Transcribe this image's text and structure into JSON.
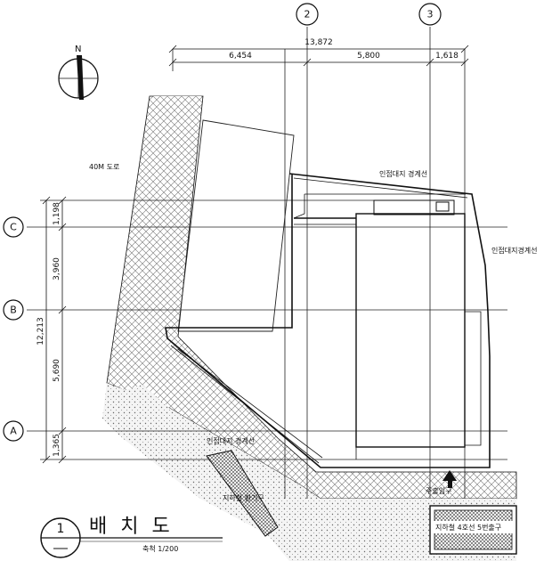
{
  "north_label": "N",
  "top_dims": {
    "total": "13,872",
    "segments": [
      "6,454",
      "5,800",
      "1,618"
    ]
  },
  "left_dims": {
    "total": "12,213",
    "segments": [
      "1,198",
      "3,960",
      "5,690",
      "1,365"
    ]
  },
  "grid_columns": [
    "2",
    "3"
  ],
  "grid_rows": [
    "C",
    "B",
    "A"
  ],
  "labels": {
    "road": "40M 도로",
    "boundary_top": "인접대지 경계선",
    "boundary_right": "인접대지경계선",
    "boundary_bottom": "인접대지 경계선",
    "vent": "지하철 환기구",
    "entrance": "주출입구",
    "subway_exit": "지하철 4호선 5번출구"
  },
  "title": {
    "number": "1",
    "name": "배 치 도",
    "scale": "축척 1/200"
  }
}
